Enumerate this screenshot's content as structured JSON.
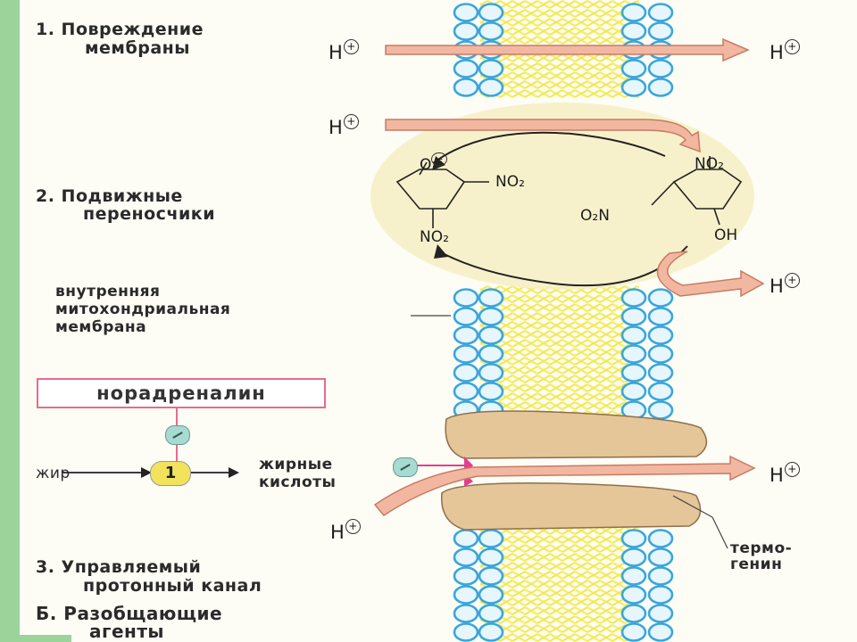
{
  "labels": {
    "damage": "1. Повреждение мембраны",
    "damage_l1": "1. Повреждение",
    "damage_l2": "мембраны",
    "carriers_l1": "2. Подвижные",
    "carriers_l2": "переносчики",
    "membrane_l1": "внутренняя",
    "membrane_l2": "митохондриальная",
    "membrane_l3": "мембрана",
    "noradrenaline": "норадреналин",
    "fat": "жир",
    "fatty_l1": "жирные",
    "fatty_l2": "кислоты",
    "thermo_l1": "термо-",
    "thermo_l2": "генин",
    "channel_l1": "3. Управляемый",
    "channel_l2": "протонный канал",
    "uncoupling_l1": "Б. Разобщающие",
    "uncoupling_l2": "агенты",
    "enzyme_badge": "1"
  },
  "chemistry": {
    "phenolate_charge": "O",
    "nitro_top_left": "NO₂",
    "nitro_bottom_left": "NO₂",
    "nitro_top_right": "NO₂",
    "nitro_left_right": "O₂N",
    "hydroxyl": "OH"
  },
  "proton": {
    "symbol": "H",
    "charge": "+"
  },
  "colors": {
    "membrane_bead": "#3aa6dc",
    "lipid_tail": "#f4ec5a",
    "arrow_fill": "#f2b7a1",
    "arrow_stroke": "#c77b63",
    "protein": "#e4c49a",
    "carrier_glow": "#f7f2c6",
    "highlight": "#e43d8c"
  }
}
